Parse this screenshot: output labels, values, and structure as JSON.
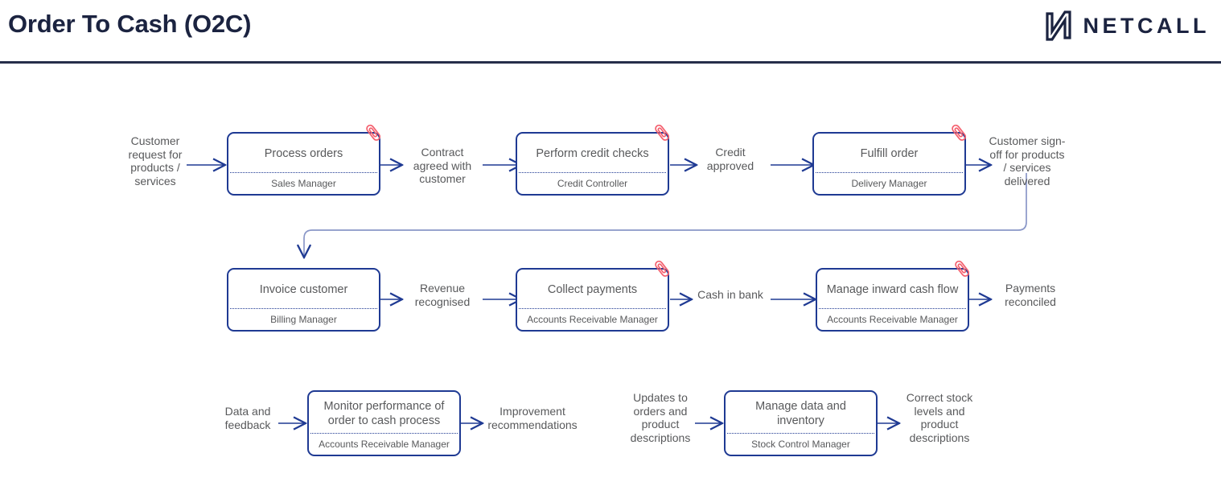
{
  "header": {
    "title": "Order To Cash (O2C)",
    "brand_name": "NETCALL",
    "brand_mark_icon": "netcall-n-logo-icon",
    "rule_color": "#262e4a",
    "title_color": "#1b2340"
  },
  "theme": {
    "box_border": "#1f3a93",
    "text_gray": "#58595b",
    "connector": "#1f3a93",
    "loopback": "#8a97c8",
    "attachment_clip": "#f4606e",
    "background": "#ffffff"
  },
  "diagram": {
    "type": "process-flow",
    "title": "Order To Cash (O2C)",
    "rows": 3,
    "boxes": [
      {
        "id": "process-orders",
        "title": "Process orders",
        "role": "Sales Manager",
        "attachment": true
      },
      {
        "id": "perform-credit-checks",
        "title": "Perform credit checks",
        "role": "Credit Controller",
        "attachment": true
      },
      {
        "id": "fulfill-order",
        "title": "Fulfill order",
        "role": "Delivery Manager",
        "attachment": true
      },
      {
        "id": "invoice-customer",
        "title": "Invoice customer",
        "role": "Billing Manager",
        "attachment": false
      },
      {
        "id": "collect-payments",
        "title": "Collect payments",
        "role": "Accounts Receivable Manager",
        "attachment": true
      },
      {
        "id": "manage-inward-cash-flow",
        "title": "Manage inward cash flow",
        "role": "Accounts Receivable Manager",
        "attachment": true
      },
      {
        "id": "monitor-performance",
        "title": "Monitor performance of order to cash process",
        "role": "Accounts Receivable Manager",
        "attachment": false
      },
      {
        "id": "manage-data-inventory",
        "title": "Manage data and inventory",
        "role": "Stock Control Manager",
        "attachment": false
      }
    ],
    "flow_labels": [
      {
        "id": "customer-request",
        "text": "Customer request for products / services"
      },
      {
        "id": "contract-agreed",
        "text": "Contract agreed with customer"
      },
      {
        "id": "credit-approved",
        "text": "Credit approved"
      },
      {
        "id": "customer-signoff",
        "text": "Customer sign-off for products / services delivered"
      },
      {
        "id": "revenue-recognised",
        "text": "Revenue recognised"
      },
      {
        "id": "cash-in-bank",
        "text": "Cash in bank"
      },
      {
        "id": "payments-reconciled",
        "text": "Payments reconciled"
      },
      {
        "id": "data-and-feedback",
        "text": "Data and feedback"
      },
      {
        "id": "improvement-recommendations",
        "text": "Improvement recommendations"
      },
      {
        "id": "updates-to-orders",
        "text": "Updates to orders and product descriptions"
      },
      {
        "id": "correct-stock-levels",
        "text": "Correct stock levels and product descriptions"
      }
    ]
  }
}
